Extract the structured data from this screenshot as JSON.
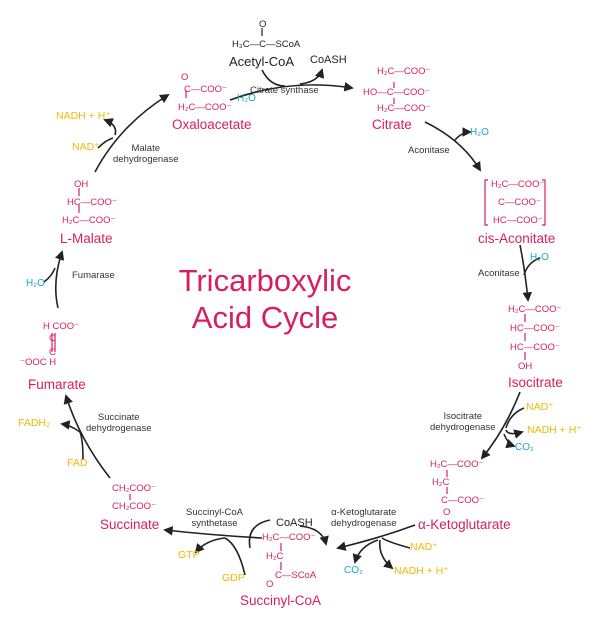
{
  "title": {
    "line1": "Tricarboxylic",
    "line2": "Acid Cycle"
  },
  "molecules": {
    "acetyl_coa": "Acetyl-CoA",
    "citrate": "Citrate",
    "cis_aconitate": "cis-Aconitate",
    "isocitrate": "Isocitrate",
    "alpha_ketoglutarate": "α-Ketoglutarate",
    "succinyl_coa": "Succinyl-CoA",
    "succinate": "Succinate",
    "fumarate": "Fumarate",
    "l_malate": "L-Malate",
    "oxaloacetate": "Oxaloacetate"
  },
  "enzymes": {
    "citrate_synthase": "Citrate synthase",
    "aconitase_1": "Aconitase",
    "aconitase_2": "Aconitase",
    "isocitrate_dh": "Isocitrate\ndehydrogenase",
    "akg_dh": "α-Ketoglutarate\ndehydrogenase",
    "succinyl_coa_synthetase": "Succinyl-CoA\nsynthetase",
    "succinate_dh": "Succinate\ndehydrogenase",
    "fumarase": "Fumarase",
    "malate_dh": "Malate\ndehydrogenase"
  },
  "cofactors": {
    "coash_top": "CoASH",
    "coash_bottom": "CoASH",
    "nad_isocitrate": "NAD⁺",
    "nadh_isocitrate": "NADH + H⁺",
    "nad_akg": "NAD⁺",
    "nadh_akg": "NADH + H⁺",
    "gtp": "GTP",
    "gdp": "GDP",
    "fadh2": "FADH₂",
    "fad": "FAD",
    "nad_malate": "NAD⁺",
    "nadh_malate": "NADH + H⁺"
  },
  "small_molecules": {
    "h2o_citrate_synthase": "H₂O",
    "h2o_aconitase_out": "H₂O",
    "h2o_aconitase_in": "H₂O",
    "co2_isocitrate": "CO₂",
    "co2_akg": "CO₂",
    "h2o_fumarase": "H₂O"
  },
  "structures": {
    "acetyl_coa": {
      "o": "O",
      "chain": "H₃C—C—SCoA"
    },
    "citrate": {
      "l1": "H₂C—COO⁻",
      "l2": "HO—C—COO⁻",
      "l3": "H₂C—COO⁻"
    },
    "cis_aconitate": {
      "l1": "H₂C—COO⁻",
      "l2": "C—COO⁻",
      "l3": "HC—COO⁻"
    },
    "isocitrate": {
      "l1": "H₂C—COO⁻",
      "l2": "HC—COO⁻",
      "l3": "HC—COO⁻",
      "l4": "OH"
    },
    "alpha_ketoglutarate": {
      "l1": "H₂C—COO⁻",
      "l2": "H₂C",
      "l3": "C—COO⁻",
      "l4": "O"
    },
    "succinyl_coa": {
      "l1": "H₂C—COO⁻",
      "l2": "H₂C",
      "l3": "C—SCoA",
      "l4": "O"
    },
    "succinate": {
      "l1": "CH₂COO⁻",
      "l2": "CH₂COO⁻"
    },
    "fumarate": {
      "l1": "H    COO⁻",
      "l2": "C",
      "l3": "C",
      "l4": "⁻OOC    H"
    },
    "l_malate": {
      "l1": "OH",
      "l2": "HC—COO⁻",
      "l3": "H₂C—COO⁻"
    },
    "oxaloacetate": {
      "l1": "O",
      "l2": "C—COO⁻",
      "l3": "H₂C—COO⁻"
    }
  },
  "colors": {
    "molecule": "#d81f5e",
    "cofactor": "#f2b705",
    "small_molecule": "#1aa6c9",
    "enzyme": "#333333",
    "arrow": "#222222",
    "background": "#ffffff"
  }
}
